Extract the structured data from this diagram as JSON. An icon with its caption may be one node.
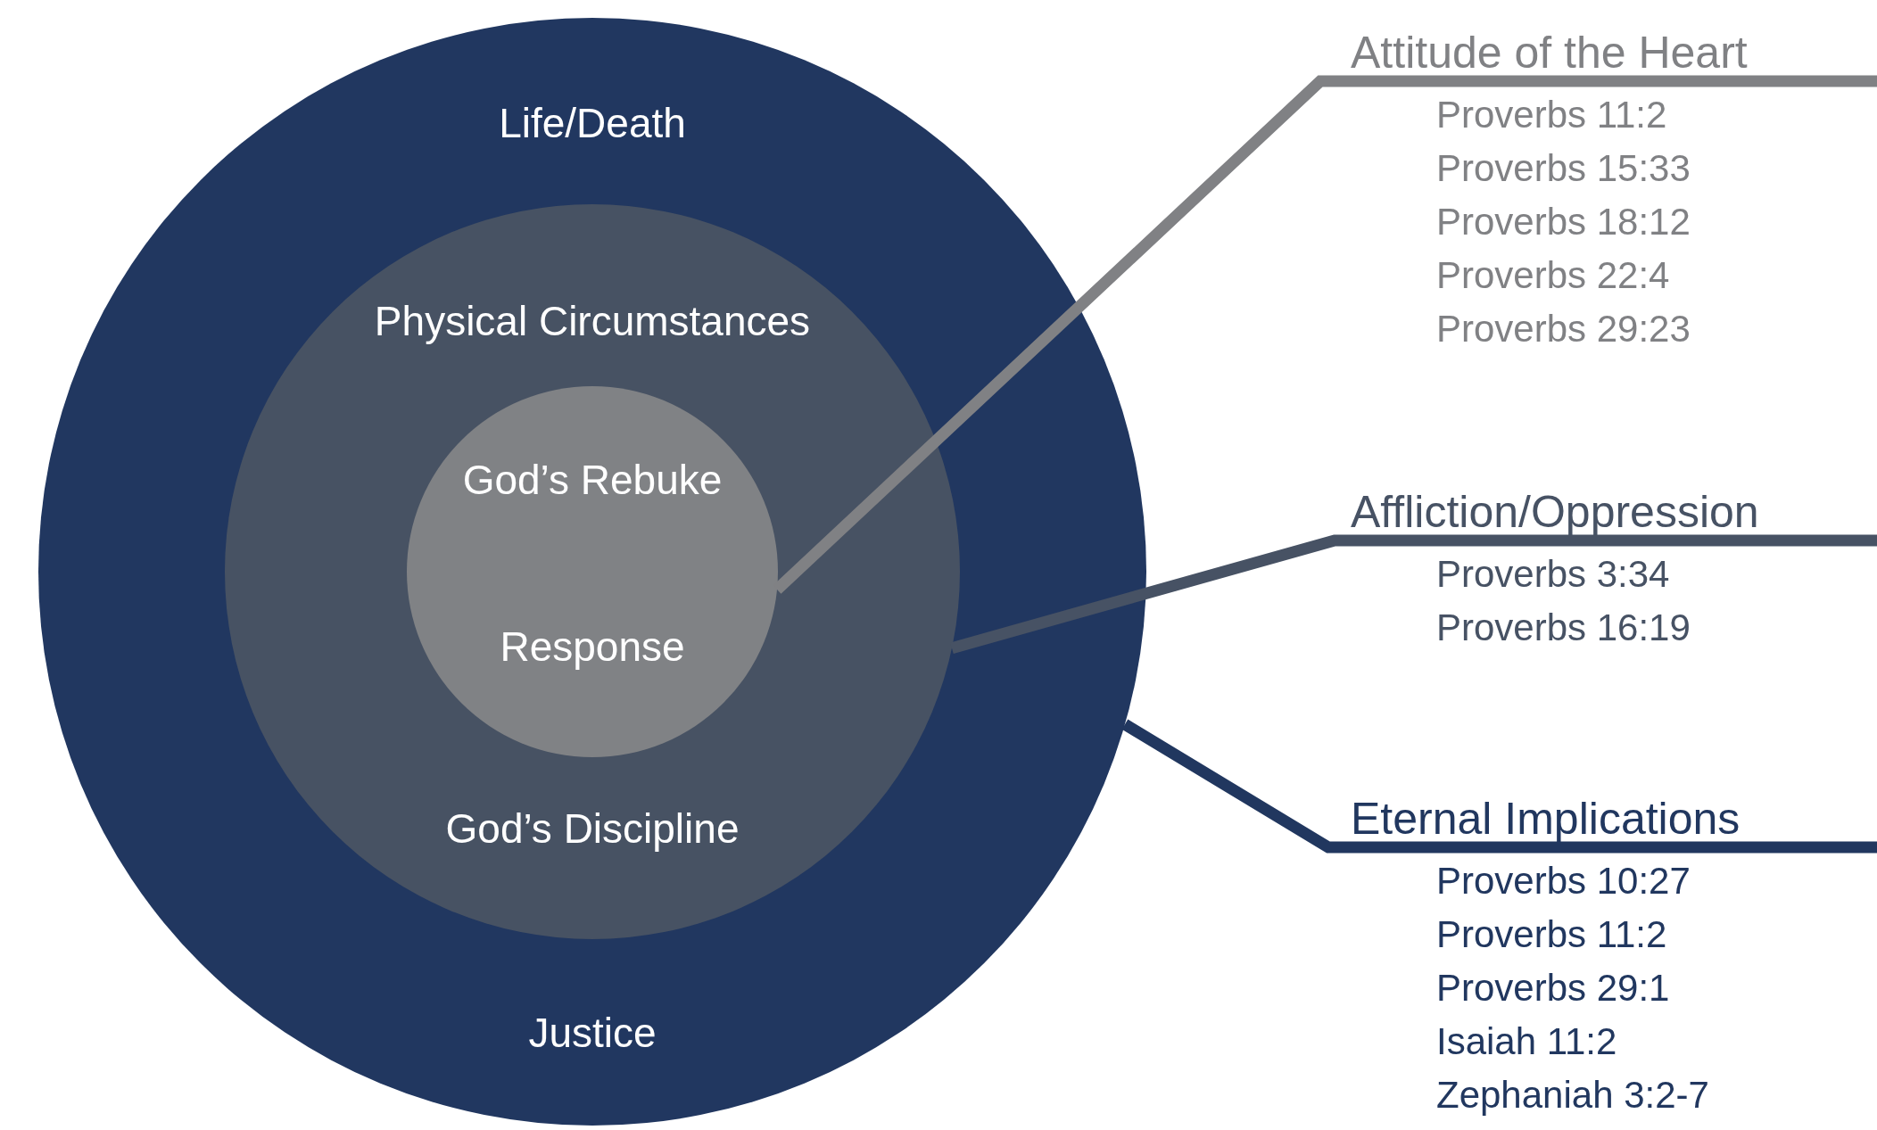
{
  "diagram": {
    "nodes": [
      {
        "text": [
          "Life/Death",
          "Justice"
        ]
      },
      {
        "text": [
          "Physical Circumstances",
          "God’s Discipline"
        ],
        "in": 0
      },
      {
        "text": [
          "God’s Rebuke",
          "Response"
        ],
        "in": 1
      },
      {
        "text": [
          "Attitude of the Heart",
          "Proverbs 11:2",
          "Proverbs 15:33",
          "Proverbs 18:12",
          "Proverbs 22:4",
          "Proverbs 29:23"
        ]
      },
      {
        "text": [
          "Affliction/Oppression",
          "Proverbs 3:34",
          "Proverbs 16:19"
        ]
      },
      {
        "text": [
          "Eternal Implications",
          "Proverbs 10:27",
          "Proverbs 11:2",
          "Proverbs 29:1",
          "Isaiah 11:2",
          "Zephaniah 3:2-7"
        ]
      }
    ],
    "edges": [
      {
        "from": 3,
        "to": 2,
        "arrow": "none",
        "color": "#808184"
      },
      {
        "from": 4,
        "to": 1,
        "arrow": "none",
        "color": "#475264"
      },
      {
        "from": 5,
        "to": 0,
        "arrow": "none",
        "color": "#21375f"
      }
    ]
  }
}
